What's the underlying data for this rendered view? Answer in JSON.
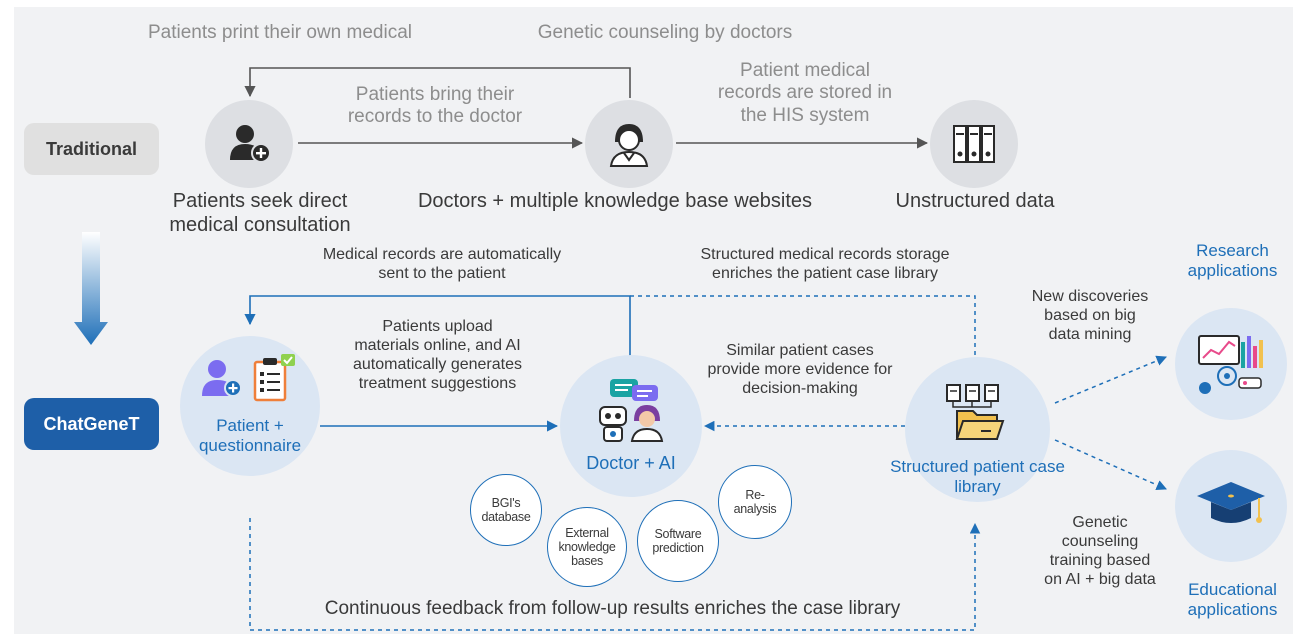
{
  "sections": {
    "traditional": "Traditional",
    "chatgenet": "ChatGeneT"
  },
  "traditional": {
    "top_left": "Patients print their own medical",
    "top_mid": "Genetic counseling by doctors",
    "bring": [
      "Patients bring their",
      "records to the doctor"
    ],
    "stored": [
      "Patient medical",
      "records are stored in",
      "the HIS system"
    ],
    "patient_label": [
      "Patients seek direct",
      "medical consultation"
    ],
    "doctor_label": "Doctors + multiple knowledge base websites",
    "data_label": "Unstructured data"
  },
  "chatgenet": {
    "sent": [
      "Medical records are automatically",
      "sent to the patient"
    ],
    "structured_storage": [
      "Structured medical records storage",
      "enriches the patient case library"
    ],
    "upload": [
      "Patients upload",
      "materials online, and AI",
      "automatically generates",
      "treatment suggestions"
    ],
    "similar": [
      "Similar patient cases",
      "provide more evidence for",
      "decision-making"
    ],
    "patient_label": [
      "Patient +",
      "questionnaire"
    ],
    "doctor_label": "Doctor + AI",
    "library_label": [
      "Structured patient case",
      "library"
    ],
    "feedback": "Continuous feedback from follow-up results enriches the case library",
    "sources": {
      "bgi": [
        "BGI's",
        "database"
      ],
      "external": [
        "External",
        "knowledge",
        "bases"
      ],
      "software": [
        "Software",
        "prediction"
      ],
      "reanalysis": [
        "Re-",
        "analysis"
      ]
    }
  },
  "applications": {
    "research_title": [
      "Research",
      "applications"
    ],
    "research_desc": [
      "New discoveries",
      "based on big",
      "data mining"
    ],
    "education_title": [
      "Educational",
      "applications"
    ],
    "education_desc": [
      "Genetic",
      "counseling",
      "training based",
      "on AI + big data"
    ]
  },
  "colors": {
    "blue": "#1e6fb8",
    "dark_line": "#555555",
    "gray_text": "#8d8d8d",
    "badge_gray": "#e0e0e0",
    "badge_blue": "#1e5fa8",
    "icon_purple": "#7b6cf0"
  }
}
